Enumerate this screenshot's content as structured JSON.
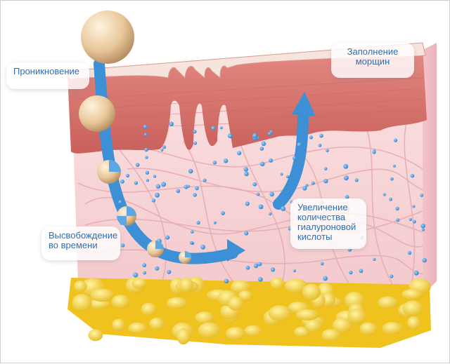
{
  "labels": {
    "penetration": "Проникновение",
    "wrinkle_fill": "Заполнение\nморщин",
    "hyaluronic_increase": "Увеличение\nколичества\nгиалуроновой\nкислоты",
    "timed_release": "Высвобождение\nво времени"
  },
  "colors": {
    "arrow": "#3d8fd6",
    "label_text": "#2c6fb7",
    "epidermis": "#d9756f",
    "dermis": "#f6d3d3",
    "fat": "#f4d23a"
  },
  "icons": {
    "capsule": "capsule-icon",
    "arrow": "arrow-icon"
  }
}
